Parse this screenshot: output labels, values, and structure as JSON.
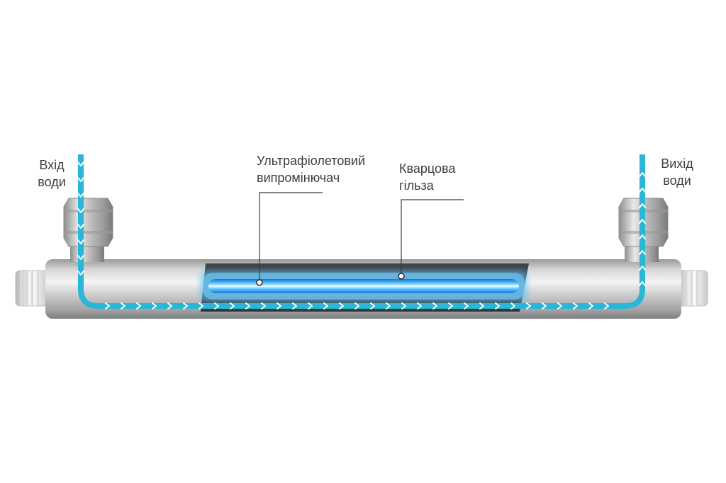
{
  "labels": {
    "inlet": {
      "line1": "Вхід",
      "line2": "води"
    },
    "outlet": {
      "line1": "Вихід",
      "line2": "води"
    },
    "uv_lamp": {
      "line1": "Ультрафіолетовий",
      "line2": "випромінючач"
    },
    "quartz_sleeve": {
      "line1": "Кварцова",
      "line2": "гільза"
    }
  },
  "colors": {
    "water_flow": "#2bb5d6",
    "uv_glow": "#48c0ff",
    "steel_light": "#e6e6e6",
    "steel_dark": "#8c8c8c",
    "leader_line": "#3b3b3b",
    "text": "#3d3d3d"
  },
  "icons": [
    "flow-arrow-icon",
    "leader-dot-icon"
  ]
}
